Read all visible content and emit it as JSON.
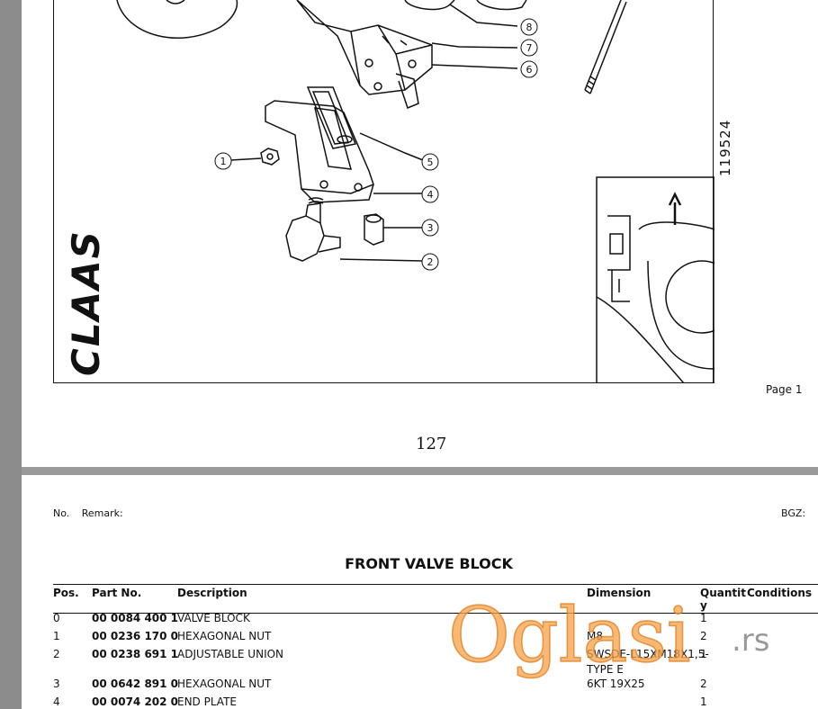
{
  "drawing": {
    "brand_logo": "CLAAS",
    "doc_id": "119524",
    "callouts": [
      "1",
      "2",
      "3",
      "4",
      "5",
      "6",
      "7",
      "8"
    ]
  },
  "page1": {
    "page_label": "Page 1",
    "page_number": "127"
  },
  "page2": {
    "no_label": "No.",
    "remark_label": "Remark:",
    "bgz_label": "BGZ:",
    "title": "FRONT VALVE BLOCK",
    "columns": {
      "pos": "Pos.",
      "part_no": "Part No.",
      "description": "Description",
      "dimension": "Dimension",
      "quantity_line1": "Quantit",
      "quantity_line2": "y",
      "conditions": "Conditions"
    },
    "rows": [
      {
        "pos": "0",
        "part_no": "00 0084 400 1",
        "description": "VALVE BLOCK",
        "dimension": "",
        "dimension2": "",
        "qty": "1"
      },
      {
        "pos": "1",
        "part_no": "00 0236 170 0",
        "description": "HEXAGONAL NUT",
        "dimension": "M8",
        "dimension2": "",
        "qty": "2"
      },
      {
        "pos": "2",
        "part_no": "00 0238 691 1",
        "description": "ADJUSTABLE UNION",
        "dimension": "SWSDE-L15XM18X1,5-",
        "dimension2": "TYPE E",
        "qty": "1"
      },
      {
        "pos": "3",
        "part_no": "00 0642 891 0",
        "description": "HEXAGONAL NUT",
        "dimension": "6KT 19X25",
        "dimension2": "",
        "qty": "2"
      },
      {
        "pos": "4",
        "part_no": "00 0074 202 0",
        "description": "END PLATE",
        "dimension": "",
        "dimension2": "",
        "qty": "1"
      }
    ]
  },
  "watermark": {
    "text": "Oglasi",
    "suffix": ".rs",
    "color": "#f08a1c"
  }
}
